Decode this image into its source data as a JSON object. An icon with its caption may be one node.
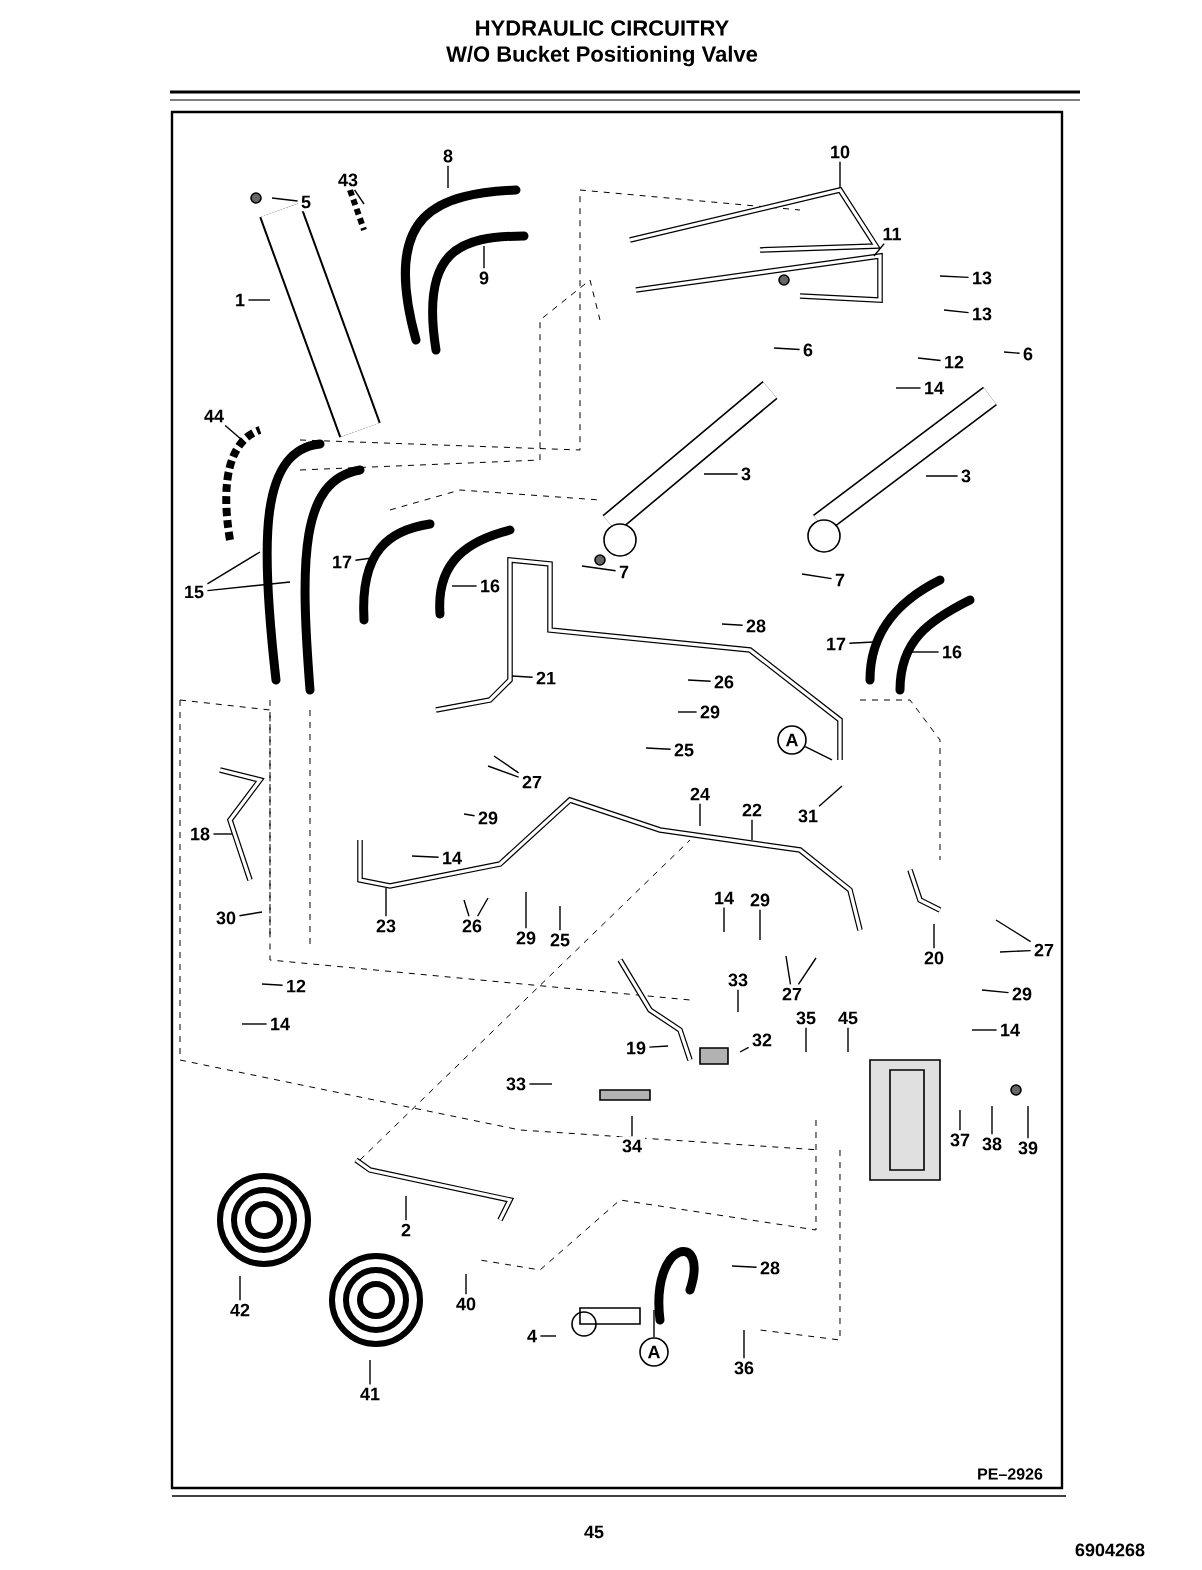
{
  "diagram": {
    "title": "HYDRAULIC CIRCUITRY",
    "nodes": [
      {
        "text": [
          "5"
        ]
      },
      {
        "text": [
          "43"
        ]
      },
      {
        "text": [
          "8"
        ]
      },
      {
        "text": [
          "10"
        ]
      },
      {
        "text": [
          "11"
        ]
      },
      {
        "text": [
          "9"
        ]
      },
      {
        "text": [
          "13"
        ]
      },
      {
        "text": [
          "1"
        ]
      },
      {
        "text": [
          "13"
        ]
      },
      {
        "text": [
          "12"
        ]
      },
      {
        "text": [
          "6"
        ]
      },
      {
        "text": [
          "6"
        ]
      },
      {
        "text": [
          "14"
        ]
      },
      {
        "text": [
          "44"
        ]
      },
      {
        "text": [
          "3"
        ]
      },
      {
        "text": [
          "3"
        ]
      },
      {
        "text": [
          "17"
        ]
      },
      {
        "text": [
          "7"
        ]
      },
      {
        "text": [
          "7"
        ]
      },
      {
        "text": [
          "16"
        ]
      },
      {
        "text": [
          "15"
        ]
      },
      {
        "text": [
          "28"
        ]
      },
      {
        "text": [
          "17"
        ]
      },
      {
        "text": [
          "16"
        ]
      },
      {
        "text": [
          "21"
        ]
      },
      {
        "text": [
          "26"
        ]
      },
      {
        "text": [
          "29"
        ]
      },
      {
        "text": [
          "A"
        ]
      },
      {
        "text": [
          "25"
        ]
      },
      {
        "text": [
          "27"
        ]
      },
      {
        "text": [
          "24"
        ]
      },
      {
        "text": [
          "22"
        ]
      },
      {
        "text": [
          "29"
        ]
      },
      {
        "text": [
          "31"
        ]
      },
      {
        "text": [
          "14"
        ]
      },
      {
        "text": [
          "18"
        ]
      },
      {
        "text": [
          "14"
        ]
      },
      {
        "text": [
          "29"
        ]
      },
      {
        "text": [
          "30"
        ]
      },
      {
        "text": [
          "23"
        ]
      },
      {
        "text": [
          "26"
        ]
      },
      {
        "text": [
          "29"
        ]
      },
      {
        "text": [
          "25"
        ]
      },
      {
        "text": [
          "27"
        ]
      },
      {
        "text": [
          "20"
        ]
      },
      {
        "text": [
          "33"
        ]
      },
      {
        "text": [
          "12"
        ]
      },
      {
        "text": [
          "27"
        ]
      },
      {
        "text": [
          "29"
        ]
      },
      {
        "text": [
          "35"
        ]
      },
      {
        "text": [
          "45"
        ]
      },
      {
        "text": [
          "14"
        ]
      },
      {
        "text": [
          "14"
        ]
      },
      {
        "text": [
          "32"
        ]
      },
      {
        "text": [
          "19"
        ]
      },
      {
        "text": [
          "33"
        ]
      },
      {
        "text": [
          "37"
        ]
      },
      {
        "text": [
          "38"
        ]
      },
      {
        "text": [
          "34"
        ]
      },
      {
        "text": [
          "39"
        ]
      },
      {
        "text": [
          "2"
        ]
      },
      {
        "text": [
          "28"
        ]
      },
      {
        "text": [
          "40"
        ]
      },
      {
        "text": [
          "42"
        ]
      },
      {
        "text": [
          "4"
        ]
      },
      {
        "text": [
          "A"
        ]
      },
      {
        "text": [
          "36"
        ]
      },
      {
        "text": [
          "41"
        ]
      }
    ],
    "edges": [
      {
        "from": 0,
        "to": null,
        "arrow": "none"
      },
      {
        "from": 1,
        "to": null,
        "arrow": "none"
      },
      {
        "from": 2,
        "to": null,
        "arrow": "none"
      },
      {
        "from": 3,
        "to": null,
        "arrow": "none"
      },
      {
        "from": 4,
        "to": null,
        "arrow": "none"
      },
      {
        "from": 5,
        "to": null,
        "arrow": "none"
      },
      {
        "from": 6,
        "to": null,
        "arrow": "none"
      },
      {
        "from": 7,
        "to": null,
        "arrow": "none"
      },
      {
        "from": 8,
        "to": null,
        "arrow": "none"
      },
      {
        "from": 9,
        "to": null,
        "arrow": "none"
      },
      {
        "from": 10,
        "to": null,
        "arrow": "none"
      },
      {
        "from": 11,
        "to": null,
        "arrow": "none"
      },
      {
        "from": 12,
        "to": null,
        "arrow": "none"
      },
      {
        "from": 13,
        "to": null,
        "arrow": "none"
      },
      {
        "from": 14,
        "to": null,
        "arrow": "none"
      },
      {
        "from": 15,
        "to": null,
        "arrow": "none"
      },
      {
        "from": 16,
        "to": null,
        "arrow": "none"
      },
      {
        "from": 17,
        "to": null,
        "arrow": "none"
      },
      {
        "from": 18,
        "to": null,
        "arrow": "none"
      },
      {
        "from": 19,
        "to": null,
        "arrow": "none"
      },
      {
        "from": 20,
        "to": null,
        "arrow": "none"
      },
      {
        "from": 20,
        "to": null,
        "arrow": "none"
      },
      {
        "from": 21,
        "to": null,
        "arrow": "none"
      },
      {
        "from": 22,
        "to": null,
        "arrow": "none"
      },
      {
        "from": 23,
        "to": null,
        "arrow": "none"
      },
      {
        "from": 24,
        "to": null,
        "arrow": "none"
      },
      {
        "from": 25,
        "to": null,
        "arrow": "none"
      },
      {
        "from": 26,
        "to": null,
        "arrow": "none"
      },
      {
        "from": 27,
        "to": null,
        "arrow": "none"
      },
      {
        "from": 28,
        "to": null,
        "arrow": "none"
      },
      {
        "from": 29,
        "to": null,
        "arrow": "none"
      },
      {
        "from": 29,
        "to": null,
        "arrow": "none"
      },
      {
        "from": 30,
        "to": null,
        "arrow": "none"
      },
      {
        "from": 31,
        "to": null,
        "arrow": "none"
      },
      {
        "from": 32,
        "to": null,
        "arrow": "none"
      },
      {
        "from": 33,
        "to": null,
        "arrow": "none"
      },
      {
        "from": 34,
        "to": null,
        "arrow": "none"
      },
      {
        "from": 35,
        "to": null,
        "arrow": "none"
      },
      {
        "from": 36,
        "to": null,
        "arrow": "none"
      },
      {
        "from": 37,
        "to": null,
        "arrow": "none"
      },
      {
        "from": 38,
        "to": null,
        "arrow": "none"
      },
      {
        "from": 39,
        "to": null,
        "arrow": "none"
      },
      {
        "from": 40,
        "to": null,
        "arrow": "none"
      },
      {
        "from": 40,
        "to": null,
        "arrow": "none"
      },
      {
        "from": 41,
        "to": null,
        "arrow": "none"
      },
      {
        "from": 42,
        "to": null,
        "arrow": "none"
      },
      {
        "from": 43,
        "to": null,
        "arrow": "none"
      },
      {
        "from": 43,
        "to": null,
        "arrow": "none"
      },
      {
        "from": 44,
        "to": null,
        "arrow": "none"
      },
      {
        "from": 45,
        "to": null,
        "arrow": "none"
      },
      {
        "from": 46,
        "to": null,
        "arrow": "none"
      },
      {
        "from": 47,
        "to": null,
        "arrow": "none"
      },
      {
        "from": 47,
        "to": null,
        "arrow": "none"
      },
      {
        "from": 48,
        "to": null,
        "arrow": "none"
      },
      {
        "from": 49,
        "to": null,
        "arrow": "none"
      },
      {
        "from": 50,
        "to": null,
        "arrow": "none"
      },
      {
        "from": 51,
        "to": null,
        "arrow": "none"
      },
      {
        "from": 52,
        "to": null,
        "arrow": "none"
      },
      {
        "from": 53,
        "to": null,
        "arrow": "none"
      },
      {
        "from": 54,
        "to": null,
        "arrow": "none"
      },
      {
        "from": 55,
        "to": null,
        "arrow": "none"
      },
      {
        "from": 56,
        "to": null,
        "arrow": "none"
      },
      {
        "from": 57,
        "to": null,
        "arrow": "none"
      },
      {
        "from": 58,
        "to": null,
        "arrow": "none"
      },
      {
        "from": 59,
        "to": null,
        "arrow": "none"
      },
      {
        "from": 60,
        "to": null,
        "arrow": "none"
      },
      {
        "from": 61,
        "to": null,
        "arrow": "none"
      },
      {
        "from": 62,
        "to": null,
        "arrow": "none"
      },
      {
        "from": 63,
        "to": null,
        "arrow": "none"
      },
      {
        "from": 64,
        "to": null,
        "arrow": "none"
      },
      {
        "from": 65,
        "to": null,
        "arrow": "none"
      },
      {
        "from": 66,
        "to": null,
        "arrow": "none"
      },
      {
        "from": 67,
        "to": null,
        "arrow": "none"
      }
    ],
    "labels": [
      "W/O Bucket Positioning Valve",
      "PE–2926",
      "45",
      "6904268"
    ]
  }
}
